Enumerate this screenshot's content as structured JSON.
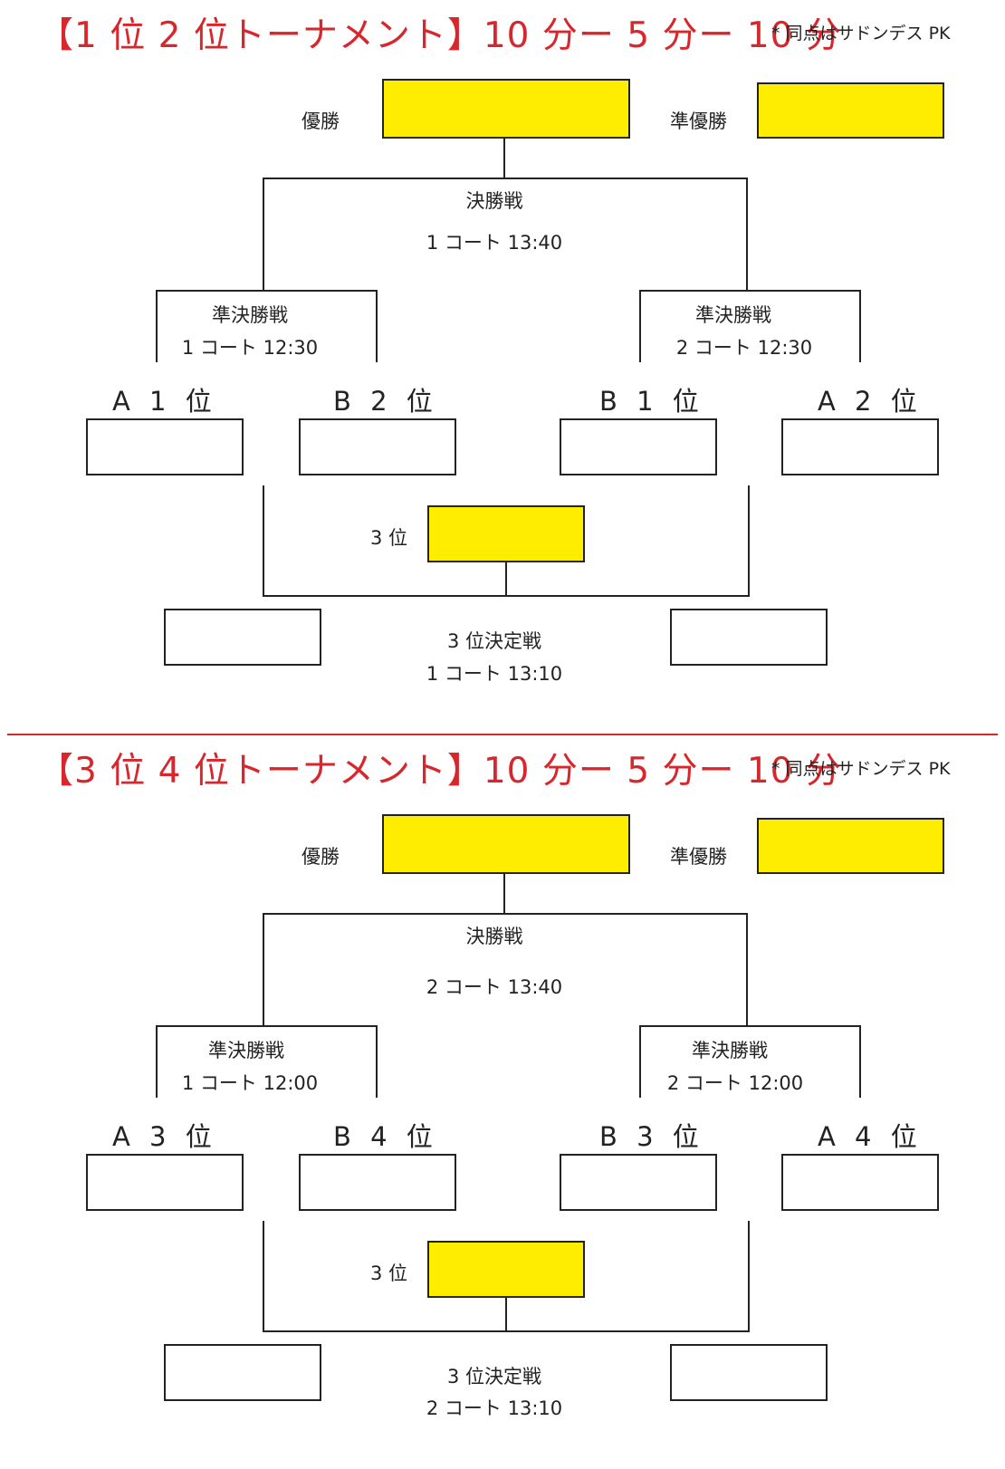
{
  "colors": {
    "title_red": "#d7262c",
    "trophy_yellow": "#ffed00",
    "line": "#222222"
  },
  "sections": [
    {
      "title": "【1 位 2 位トーナメント】10 分ー 5 分ー 10 分",
      "note": "* 同点はサドンデス PK",
      "winner_label": "優勝",
      "runner_up_label": "準優勝",
      "final_label": "決勝戦",
      "final_time": "1 コート 13:40",
      "semi_left_label": "準決勝戦",
      "semi_left_time": "1 コート 12:30",
      "semi_right_label": "準決勝戦",
      "semi_right_time": "2 コート 12:30",
      "seeds": [
        "A 1 位",
        "B 2 位",
        "B 1 位",
        "A 2 位"
      ],
      "third_label": "3 位",
      "third_match_label": "3 位決定戦",
      "third_match_time": "1 コート 13:10"
    },
    {
      "title": "【3 位 4 位トーナメント】10 分ー 5 分ー 10 分",
      "note": "* 同点はサドンデス PK",
      "winner_label": "優勝",
      "runner_up_label": "準優勝",
      "final_label": "決勝戦",
      "final_time": "2 コート 13:40",
      "semi_left_label": "準決勝戦",
      "semi_left_time": "1 コート 12:00",
      "semi_right_label": "準決勝戦",
      "semi_right_time": "2 コート 12:00",
      "seeds": [
        "A 3 位",
        "B 4 位",
        "B 3 位",
        "A 4 位"
      ],
      "third_label": "3 位",
      "third_match_label": "3 位決定戦",
      "third_match_time": "2 コート 13:10"
    }
  ]
}
